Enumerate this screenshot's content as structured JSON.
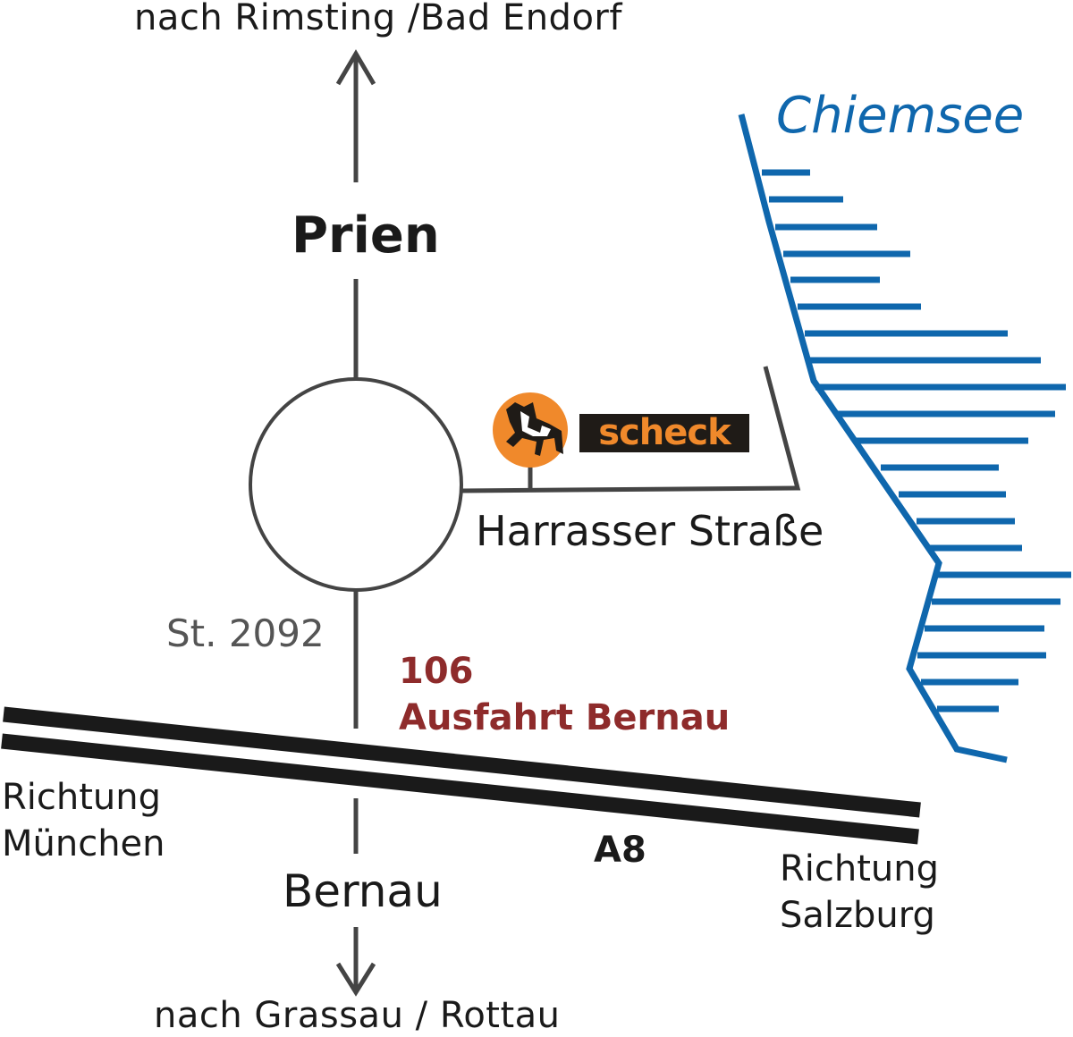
{
  "labels": {
    "north_destination": "nach Rimsting /Bad Endorf",
    "town_north": "Prien",
    "street": "Harrasser Straße",
    "road_number": "St. 2092",
    "exit_number": "106",
    "exit_name": "Ausfahrt Bernau",
    "direction_west_line1": "Richtung",
    "direction_west_line2": "München",
    "motorway": "A8",
    "town_south": "Bernau",
    "direction_east_line1": "Richtung",
    "direction_east_line2": "Salzburg",
    "south_destination": "nach Grassau / Rottau",
    "lake": "Chiemsee",
    "brand": "scheck"
  },
  "colors": {
    "road": "#444444",
    "motorway": "#1a1a1a",
    "lake": "#0f67ad",
    "exit": "#8e2b2b",
    "brand_orange": "#f0892b",
    "brand_dark": "#1f1b17"
  },
  "icons": {
    "brand_logo": "horse-logo-icon",
    "north_arrow": "arrow-up-icon",
    "south_arrow": "arrow-down-icon"
  }
}
